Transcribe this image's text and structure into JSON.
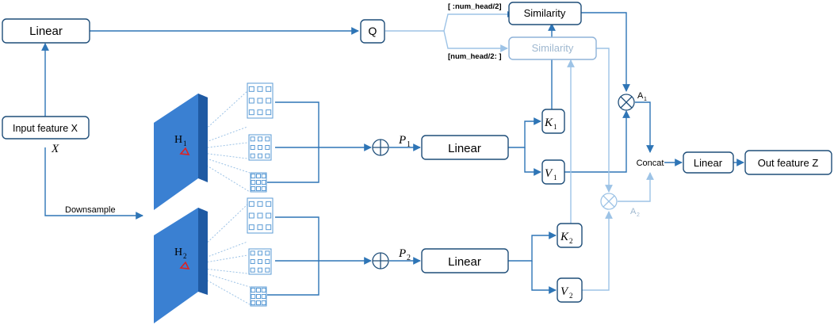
{
  "nodes": {
    "linear_top": "Linear",
    "q": "Q",
    "similarity_1": "Similarity",
    "similarity_2": "Similarity",
    "input_feature": "Input feature X",
    "input_symbol": "X",
    "downsample": "Downsample",
    "h1_base": "H",
    "h1_sub": "1",
    "h2_base": "H",
    "h2_sub": "2",
    "p1_base": "P",
    "p1_sub": "1",
    "p2_base": "P",
    "p2_sub": "2",
    "linear_mid": "Linear",
    "linear_bottom": "Linear",
    "k1_base": "K",
    "k1_sub": "1",
    "v1_base": "V",
    "v1_sub": "1",
    "k2_base": "K",
    "k2_sub": "2",
    "v2_base": "V",
    "v2_sub": "2",
    "a1_base": "A",
    "a1_sub": "1",
    "a2_base": "A",
    "a2_sub": "2",
    "concat": "Concat",
    "linear_out": "Linear",
    "out_feature": "Out feature Z"
  },
  "head_labels": {
    "first_half": "[ :num_head/2]",
    "second_half": "[num_head/2: ]"
  },
  "colors": {
    "panel": "#3a80d2",
    "panel_side": "#1f5aa3",
    "line": "#2e75b6",
    "faint_line": "#9dc3e6",
    "red_marker": "#e02020"
  }
}
